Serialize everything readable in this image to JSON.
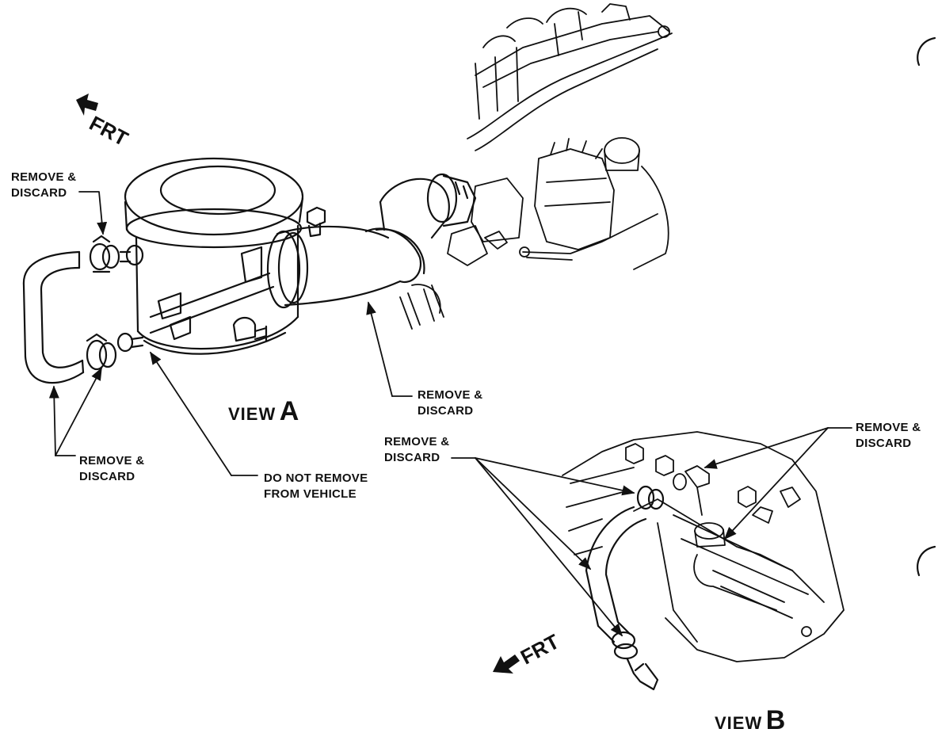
{
  "labels": {
    "remove_discard_1": [
      "REMOVE &",
      "DISCARD"
    ],
    "remove_discard_2": [
      "REMOVE &",
      "DISCARD"
    ],
    "remove_discard_3": [
      "REMOVE &",
      "DISCARD"
    ],
    "remove_discard_4": [
      "REMOVE &",
      "DISCARD"
    ],
    "remove_discard_5": [
      "REMOVE &",
      "DISCARD"
    ],
    "do_not_remove": [
      "DO NOT REMOVE",
      "FROM VEHICLE"
    ]
  },
  "views": {
    "a": {
      "word": "VIEW",
      "letter": "A"
    },
    "b": {
      "word": "VIEW",
      "letter": "B"
    }
  },
  "frt_label": "FRT",
  "colors": {
    "ink": "#111111",
    "paper": "#ffffff"
  }
}
